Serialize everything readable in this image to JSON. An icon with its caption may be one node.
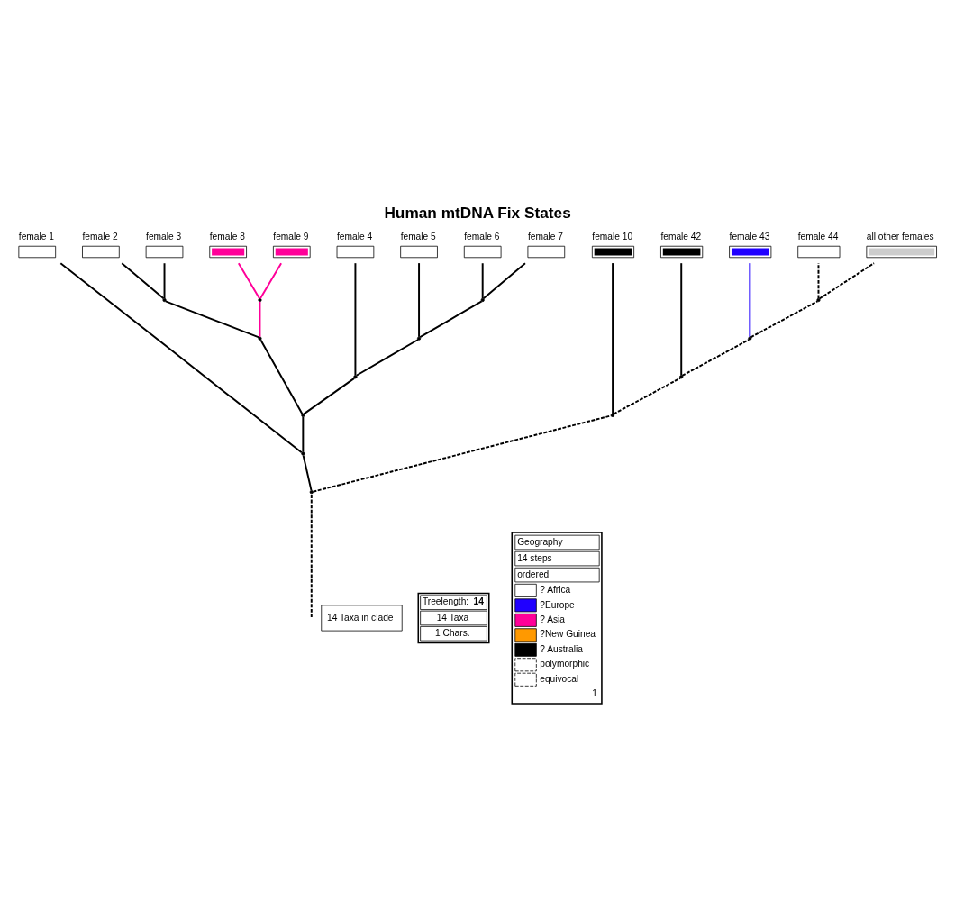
{
  "diagram": {
    "title": "Human mtDNA Fix States",
    "nodes": [
      {
        "text": [
          "female 1"
        ]
      },
      {
        "text": [
          "female 2"
        ]
      },
      {
        "text": [
          "female 3"
        ]
      },
      {
        "text": [
          "female 8"
        ]
      },
      {
        "text": [
          "female 9"
        ]
      },
      {
        "text": [
          "female 4"
        ]
      },
      {
        "text": [
          "female 5"
        ]
      },
      {
        "text": [
          "female 6"
        ]
      },
      {
        "text": [
          "female 7"
        ]
      },
      {
        "text": [
          "female 10"
        ]
      },
      {
        "text": [
          "female 42"
        ]
      },
      {
        "text": [
          "female 43"
        ]
      },
      {
        "text": [
          "female 44"
        ]
      },
      {
        "text": [
          "all other females"
        ]
      },
      {
        "text": [],
        "shape": "point"
      },
      {
        "text": [],
        "shape": "point"
      },
      {
        "text": [],
        "shape": "point"
      },
      {
        "text": [],
        "shape": "point"
      },
      {
        "text": [],
        "shape": "point"
      },
      {
        "text": [],
        "shape": "point"
      },
      {
        "text": [],
        "shape": "point"
      },
      {
        "text": [],
        "shape": "point"
      },
      {
        "text": [],
        "shape": "point"
      },
      {
        "text": [],
        "shape": "point"
      },
      {
        "text": [],
        "shape": "point"
      },
      {
        "text": [],
        "shape": "point"
      },
      {
        "text": [],
        "shape": "point"
      }
    ],
    "edges": [
      {
        "from": 26,
        "to": 21,
        "arrow": "none"
      },
      {
        "from": 26,
        "to": 25,
        "arrow": "none",
        "style": "dashed"
      },
      {
        "from": 21,
        "to": 0,
        "arrow": "none"
      },
      {
        "from": 21,
        "to": 20,
        "arrow": "none"
      },
      {
        "from": 20,
        "to": 16,
        "arrow": "none"
      },
      {
        "from": 20,
        "to": 19,
        "arrow": "none"
      },
      {
        "from": 16,
        "to": 14,
        "arrow": "none"
      },
      {
        "from": 16,
        "to": 15,
        "arrow": "none",
        "color": "#ff0099"
      },
      {
        "from": 14,
        "to": 1,
        "arrow": "none"
      },
      {
        "from": 14,
        "to": 2,
        "arrow": "none"
      },
      {
        "from": 15,
        "to": 3,
        "arrow": "none",
        "color": "#ff0099"
      },
      {
        "from": 15,
        "to": 4,
        "arrow": "none",
        "color": "#ff0099"
      },
      {
        "from": 19,
        "to": 5,
        "arrow": "none"
      },
      {
        "from": 19,
        "to": 18,
        "arrow": "none"
      },
      {
        "from": 18,
        "to": 6,
        "arrow": "none"
      },
      {
        "from": 18,
        "to": 17,
        "arrow": "none"
      },
      {
        "from": 17,
        "to": 7,
        "arrow": "none"
      },
      {
        "from": 17,
        "to": 8,
        "arrow": "none"
      },
      {
        "from": 25,
        "to": 9,
        "arrow": "none",
        "color": "#000000"
      },
      {
        "from": 25,
        "to": 24,
        "arrow": "none",
        "style": "dashed"
      },
      {
        "from": 24,
        "to": 10,
        "arrow": "none",
        "color": "#000000"
      },
      {
        "from": 24,
        "to": 23,
        "arrow": "none",
        "style": "dashed"
      },
      {
        "from": 23,
        "to": 11,
        "arrow": "none",
        "color": "#2000ff"
      },
      {
        "from": 23,
        "to": 22,
        "arrow": "none",
        "style": "dashed"
      },
      {
        "from": 22,
        "to": 12,
        "arrow": "none",
        "style": "dashed"
      },
      {
        "from": 22,
        "to": 13,
        "arrow": "none",
        "style": "dashed"
      },
      {
        "from": null,
        "to": 26,
        "arrow": "none",
        "style": "dashed"
      }
    ],
    "labels": [
      "14 Taxa in clade",
      "Treelength: **14**",
      "14 Taxa",
      "1 Chars.",
      "Geography",
      "14 steps",
      "ordered",
      "1"
    ],
    "legend": [
      {
        "text": "? Africa",
        "color": "#ffffff"
      },
      {
        "text": "?Europe",
        "color": "#2000ff"
      },
      {
        "text": "? Asia",
        "color": "#ff0099"
      },
      {
        "text": "?New Guinea",
        "color": "#ff9900"
      },
      {
        "text": "? Australia",
        "color": "#000000"
      },
      {
        "text": "polymorphic"
      },
      {
        "text": "equivocal"
      }
    ]
  }
}
